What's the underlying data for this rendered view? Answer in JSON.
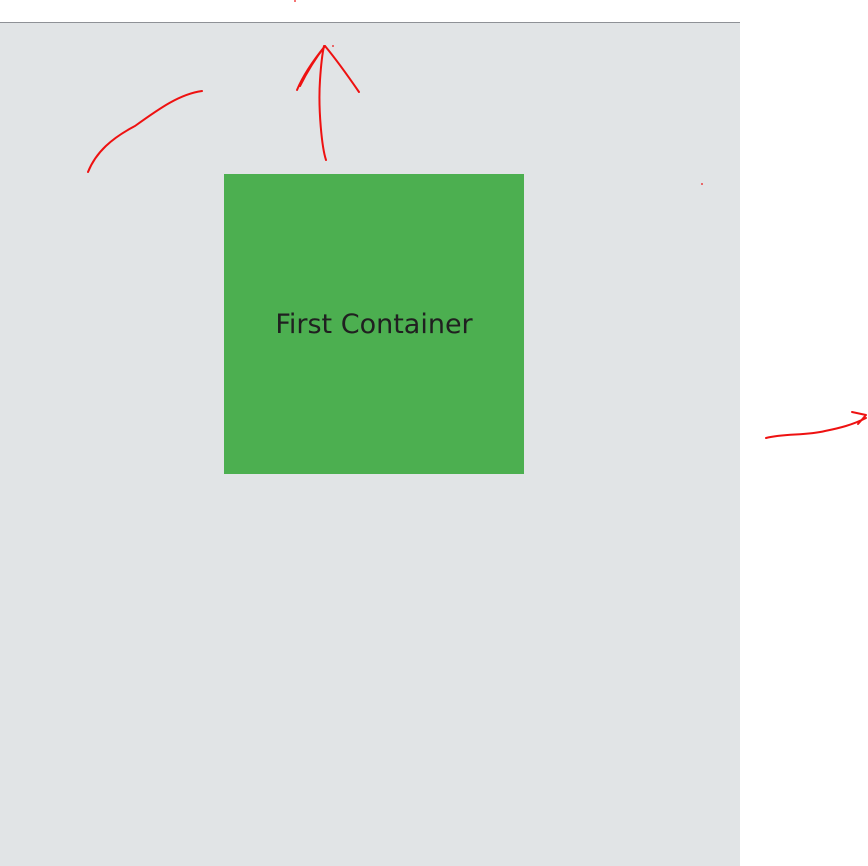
{
  "colors": {
    "page_background": "#ffffff",
    "canvas_background": "#e1e4e6",
    "container_fill": "#4caf50",
    "label_text": "#202020",
    "annotation_stroke": "#ee1111",
    "divider": "#8e9196"
  },
  "container": {
    "label": "First Container"
  },
  "annotations": {
    "icons": [
      "up-arrow-annotation",
      "curve-stroke-annotation",
      "right-arrow-annotation",
      "dot-annotation"
    ]
  }
}
